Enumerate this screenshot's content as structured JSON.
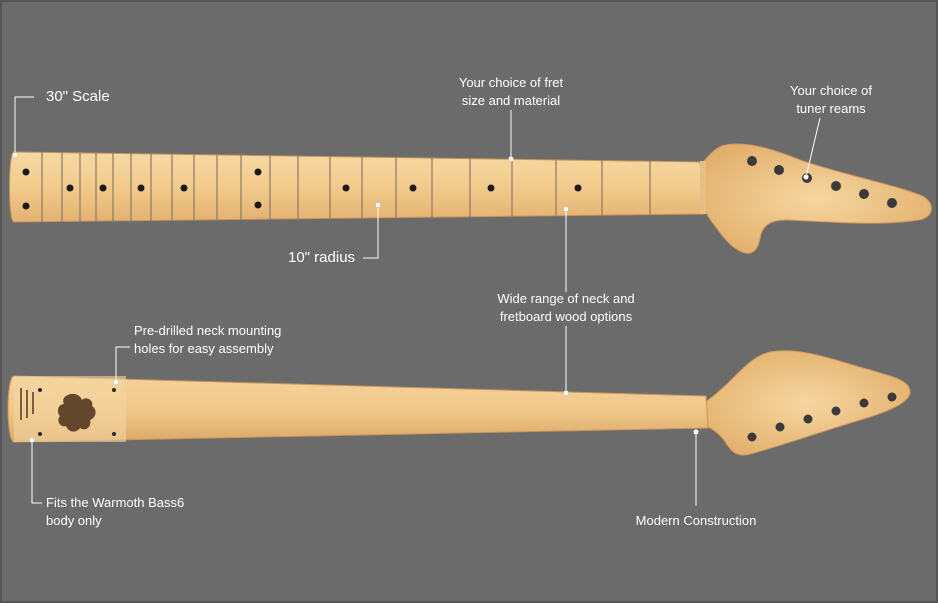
{
  "callouts": {
    "scale": "30\" Scale",
    "fret": [
      "Your choice of fret",
      "size and material"
    ],
    "tuner": [
      "Your choice of",
      "tuner reams"
    ],
    "radius": "10\" radius",
    "wood": [
      "Wide range of neck and",
      "fretboard wood options"
    ],
    "holes": [
      "Pre-drilled neck mounting",
      "holes for easy assembly"
    ],
    "fits": [
      "Fits the Warmoth Bass6",
      "body only"
    ],
    "construction": "Modern Construction"
  },
  "colors": {
    "background": "#6b6b6b",
    "maple": "#f0c88a",
    "maple_dark": "#d9a35e",
    "fret": "#8a7a6a",
    "dot": "#1a1a1a",
    "line": "#ffffff"
  }
}
